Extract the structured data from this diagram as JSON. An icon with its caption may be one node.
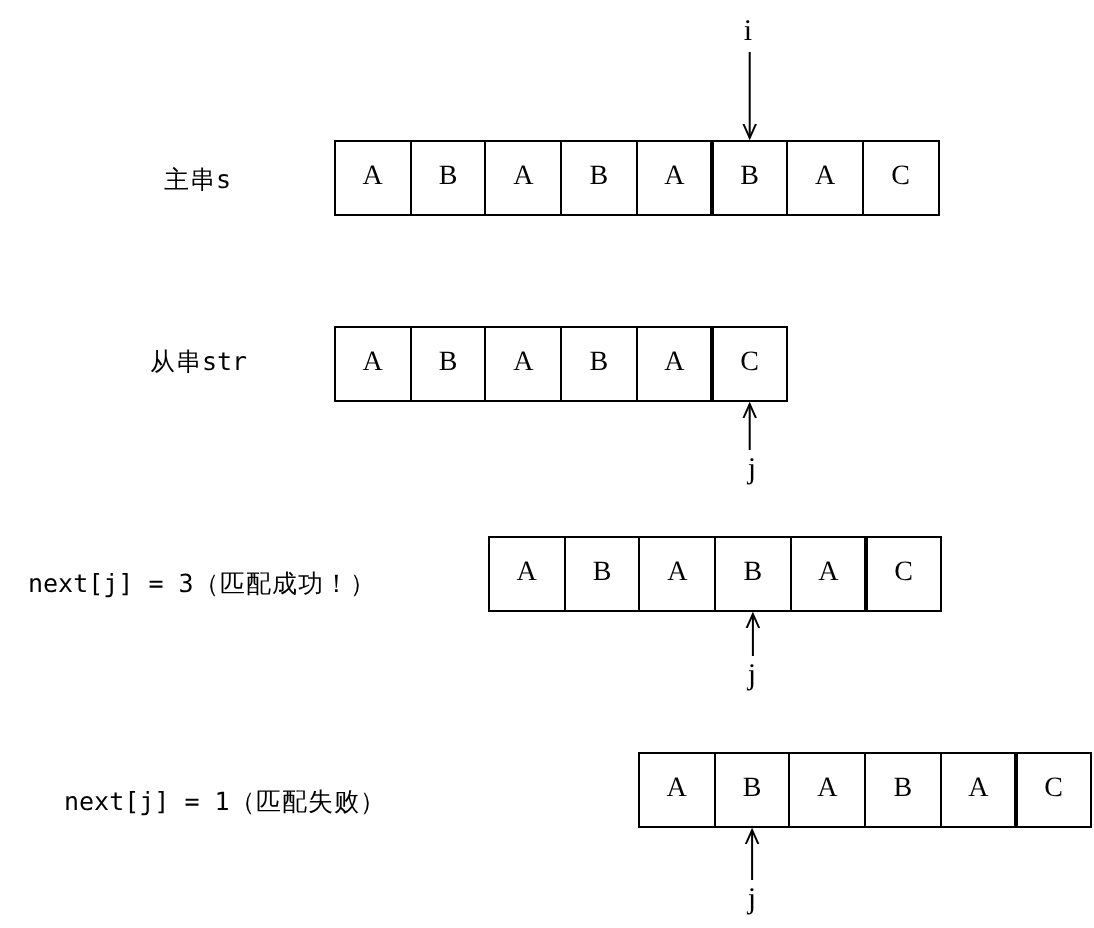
{
  "diagram": {
    "nodes": [
      {
        "text": [
          "i"
        ]
      },
      {
        "text": [
          "A"
        ]
      },
      {
        "text": [
          "B"
        ]
      },
      {
        "text": [
          "A"
        ]
      },
      {
        "text": [
          "B"
        ]
      },
      {
        "text": [
          "A"
        ]
      },
      {
        "text": [
          "B"
        ]
      },
      {
        "text": [
          "A"
        ]
      },
      {
        "text": [
          "C"
        ]
      },
      {
        "text": [
          "A"
        ]
      },
      {
        "text": [
          "B"
        ]
      },
      {
        "text": [
          "A"
        ]
      },
      {
        "text": [
          "B"
        ]
      },
      {
        "text": [
          "A"
        ]
      },
      {
        "text": [
          "C"
        ]
      },
      {
        "text": [
          "j"
        ]
      },
      {
        "text": [
          "A"
        ]
      },
      {
        "text": [
          "B"
        ]
      },
      {
        "text": [
          "A"
        ]
      },
      {
        "text": [
          "B"
        ]
      },
      {
        "text": [
          "A"
        ]
      },
      {
        "text": [
          "C"
        ]
      },
      {
        "text": [
          "j"
        ]
      },
      {
        "text": [
          "A"
        ]
      },
      {
        "text": [
          "B"
        ]
      },
      {
        "text": [
          "A"
        ]
      },
      {
        "text": [
          "B"
        ]
      },
      {
        "text": [
          "A"
        ]
      },
      {
        "text": [
          "C"
        ]
      },
      {
        "text": [
          "j"
        ]
      }
    ],
    "edges": [
      {
        "from": 0,
        "to": 6,
        "arrow": "to"
      },
      {
        "from": 15,
        "to": 14,
        "arrow": "to"
      },
      {
        "from": 22,
        "to": 19,
        "arrow": "to"
      },
      {
        "from": 29,
        "to": 24,
        "arrow": "to"
      }
    ],
    "labels": [
      "主串s",
      "从串str",
      "next[j] = 3（匹配成功！）",
      "next[j] = 1（匹配失败）"
    ]
  }
}
